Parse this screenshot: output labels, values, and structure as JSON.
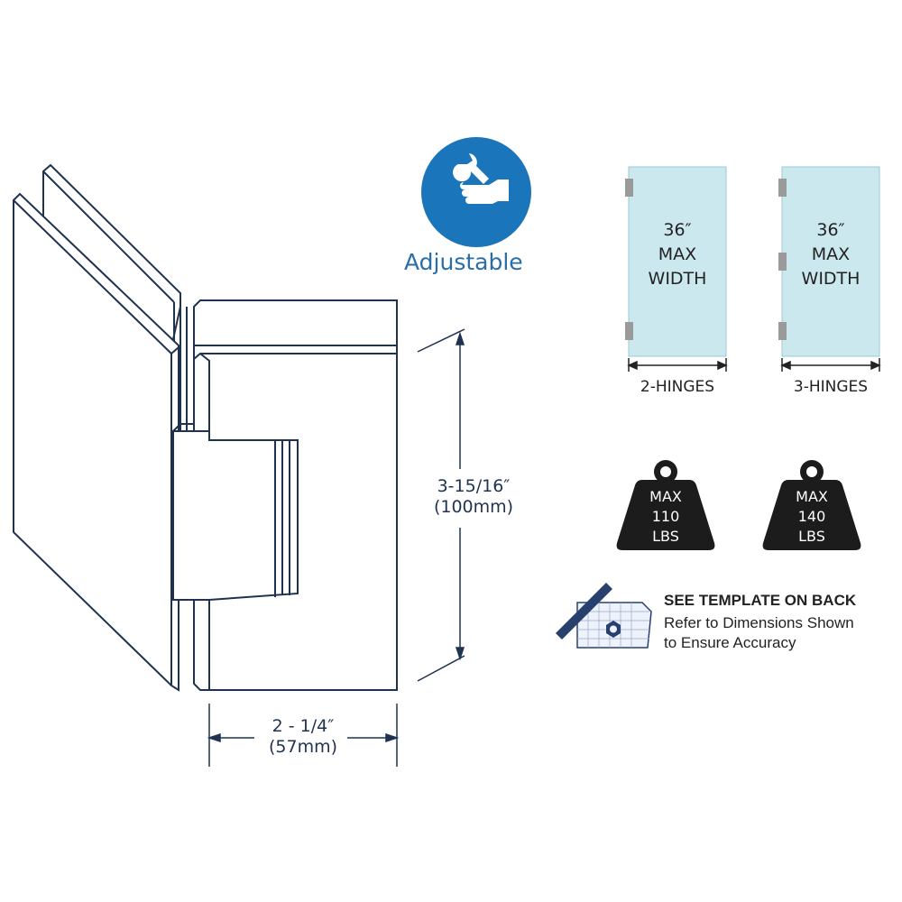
{
  "feature": {
    "label": "Adjustable",
    "icon": "wrench-hand-icon",
    "color": "#1a75bb"
  },
  "dimensions": {
    "height_in": "3-15/16″",
    "height_mm": "(100mm)",
    "width_in": "2 - 1/4″",
    "width_mm": "(57mm)"
  },
  "panels": [
    {
      "lines": [
        "36″",
        "MAX",
        "WIDTH"
      ],
      "label": "2-HINGES",
      "hinges": 2
    },
    {
      "lines": [
        "36″",
        "MAX",
        "WIDTH"
      ],
      "label": "3-HINGES",
      "hinges": 3
    }
  ],
  "weights": [
    {
      "lines": [
        "MAX",
        "110",
        "LBS"
      ]
    },
    {
      "lines": [
        "MAX",
        "140",
        "LBS"
      ]
    }
  ],
  "template": {
    "heading": "SEE TEMPLATE ON BACK",
    "line1": "Refer to Dimensions Shown",
    "line2": "to Ensure Accuracy",
    "icon": "template-ruler-icon"
  },
  "colors": {
    "line": "#1f3350",
    "glass": "#cbe8ef",
    "accent": "#1a75bb",
    "weight": "#1c1c1c"
  }
}
